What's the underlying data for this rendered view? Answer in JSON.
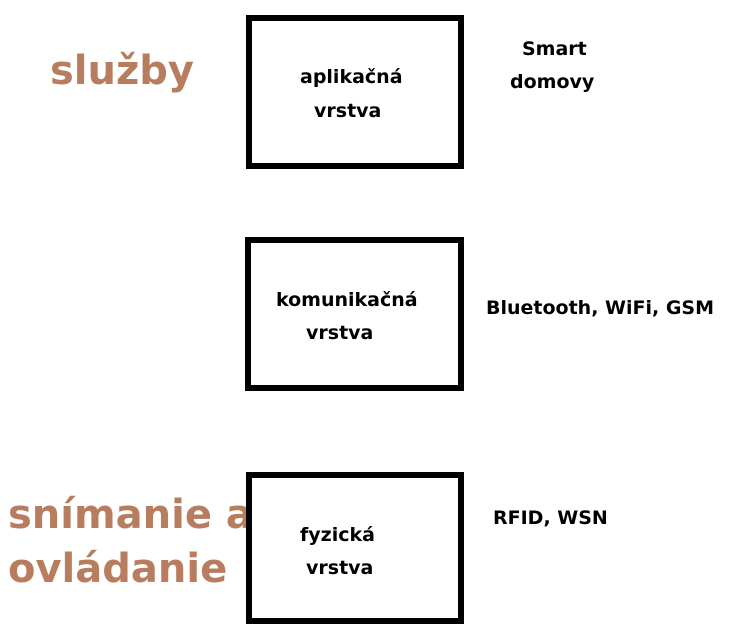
{
  "colors": {
    "side_label": "#b87d5e",
    "box_border": "#000000",
    "text": "#000000"
  },
  "side_labels": {
    "top": "služby",
    "bottom_line1": "snímanie a",
    "bottom_line2": "ovládanie"
  },
  "layers": [
    {
      "line1": "aplikačná",
      "line2": "vrstva",
      "tech_line1": "Smart",
      "tech_line2": "domovy"
    },
    {
      "line1": "komunikačná",
      "line2": "vrstva",
      "tech_line1": "Bluetooth, WiFi, GSM"
    },
    {
      "line1": "fyzická",
      "line2": "vrstva",
      "tech_line1": "RFID, WSN"
    }
  ]
}
